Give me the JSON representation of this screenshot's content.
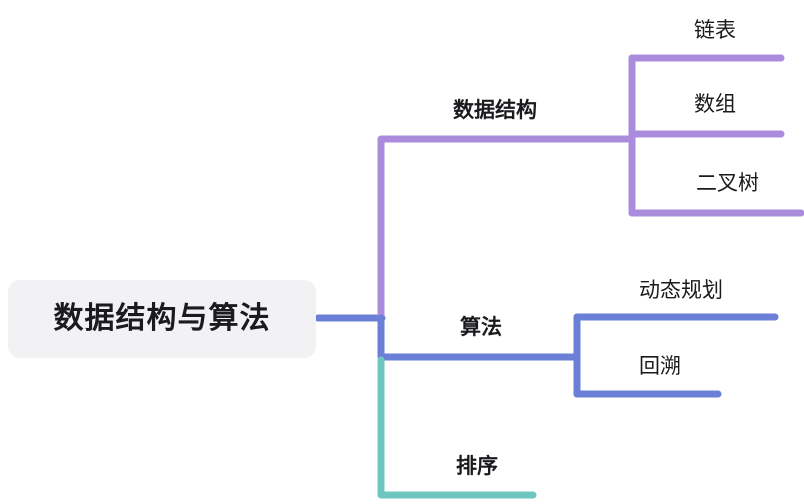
{
  "diagram": {
    "type": "mindmap",
    "title": "数据结构与算法",
    "orientation": "left-to-right",
    "background_color": "#ffffff",
    "root": {
      "label": "数据结构与算法",
      "background_color": "#f2f2f4",
      "text_color": "#1b1b1f"
    },
    "branches": [
      {
        "label": "数据结构",
        "color": "#ab8cdc",
        "children": [
          {
            "label": "链表"
          },
          {
            "label": "数组"
          },
          {
            "label": "二叉树"
          }
        ]
      },
      {
        "label": "算法",
        "color": "#6b7fd7",
        "children": [
          {
            "label": "动态规划"
          },
          {
            "label": "回溯"
          }
        ]
      },
      {
        "label": "排序",
        "color": "#6ec6c0",
        "children": []
      }
    ]
  },
  "nodes": {
    "root": "数据结构与算法",
    "data_structure": "数据结构",
    "algorithm": "算法",
    "sorting": "排序",
    "linked_list": "链表",
    "array": "数组",
    "binary_tree": "二叉树",
    "dynamic_programming": "动态规划",
    "backtracking": "回溯"
  },
  "colors": {
    "purple": "#ab8cdc",
    "blue": "#6b7fd7",
    "teal": "#6ec6c0",
    "root_fill": "#f2f2f4",
    "text": "#1b1b1f"
  }
}
